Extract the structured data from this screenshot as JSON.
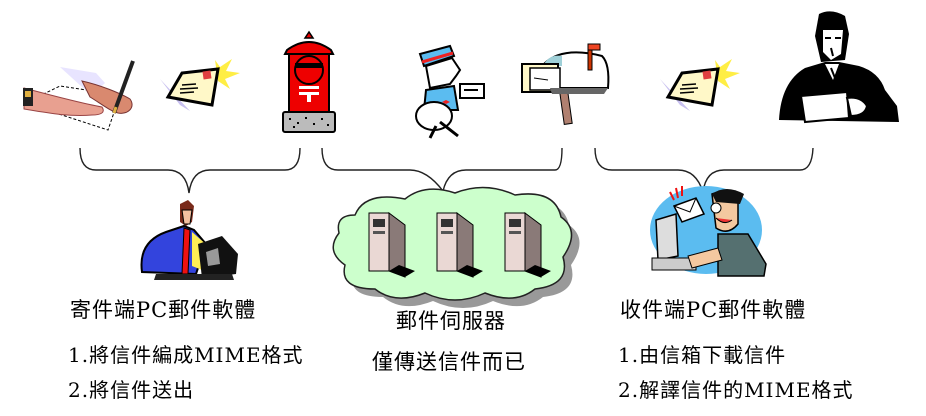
{
  "diagram": {
    "title": "Email delivery flow",
    "top_row_icons": [
      {
        "id": "writing-letter",
        "icon": "hand-writing-letter-icon"
      },
      {
        "id": "envelope-send",
        "icon": "envelope-icon"
      },
      {
        "id": "postbox",
        "icon": "red-postbox-icon"
      },
      {
        "id": "mailman",
        "icon": "mailman-icon"
      },
      {
        "id": "mailbox",
        "icon": "mailbox-icon"
      },
      {
        "id": "envelope-receive",
        "icon": "envelope-icon"
      },
      {
        "id": "reading-man",
        "icon": "man-reading-letter-icon"
      }
    ],
    "groups": [
      {
        "name": "sender",
        "icon": "sender-at-computer-icon",
        "title": "寄件端PC郵件軟體",
        "lines": [
          "1.將信件編成MIME格式",
          "2.將信件送出"
        ]
      },
      {
        "name": "server",
        "icon": "server-cloud-icon",
        "title": "郵件伺服器",
        "lines": [
          "僅傳送信件而已"
        ]
      },
      {
        "name": "receiver",
        "icon": "receiver-at-computer-icon",
        "title": "收件端PC郵件軟體",
        "lines": [
          "1.由信箱下載信件",
          "2.解譯信件的MIME格式"
        ]
      }
    ],
    "colors": {
      "postbox_red": "#ee0000",
      "mail_blue": "#5bbcf0",
      "cloud_green": "#ccffcc",
      "shirt_blue": "#3344dd",
      "envelope_cream": "#fff8c8",
      "star_yellow": "#ffee44",
      "shadow_lilac": "#c8c0f0"
    }
  }
}
